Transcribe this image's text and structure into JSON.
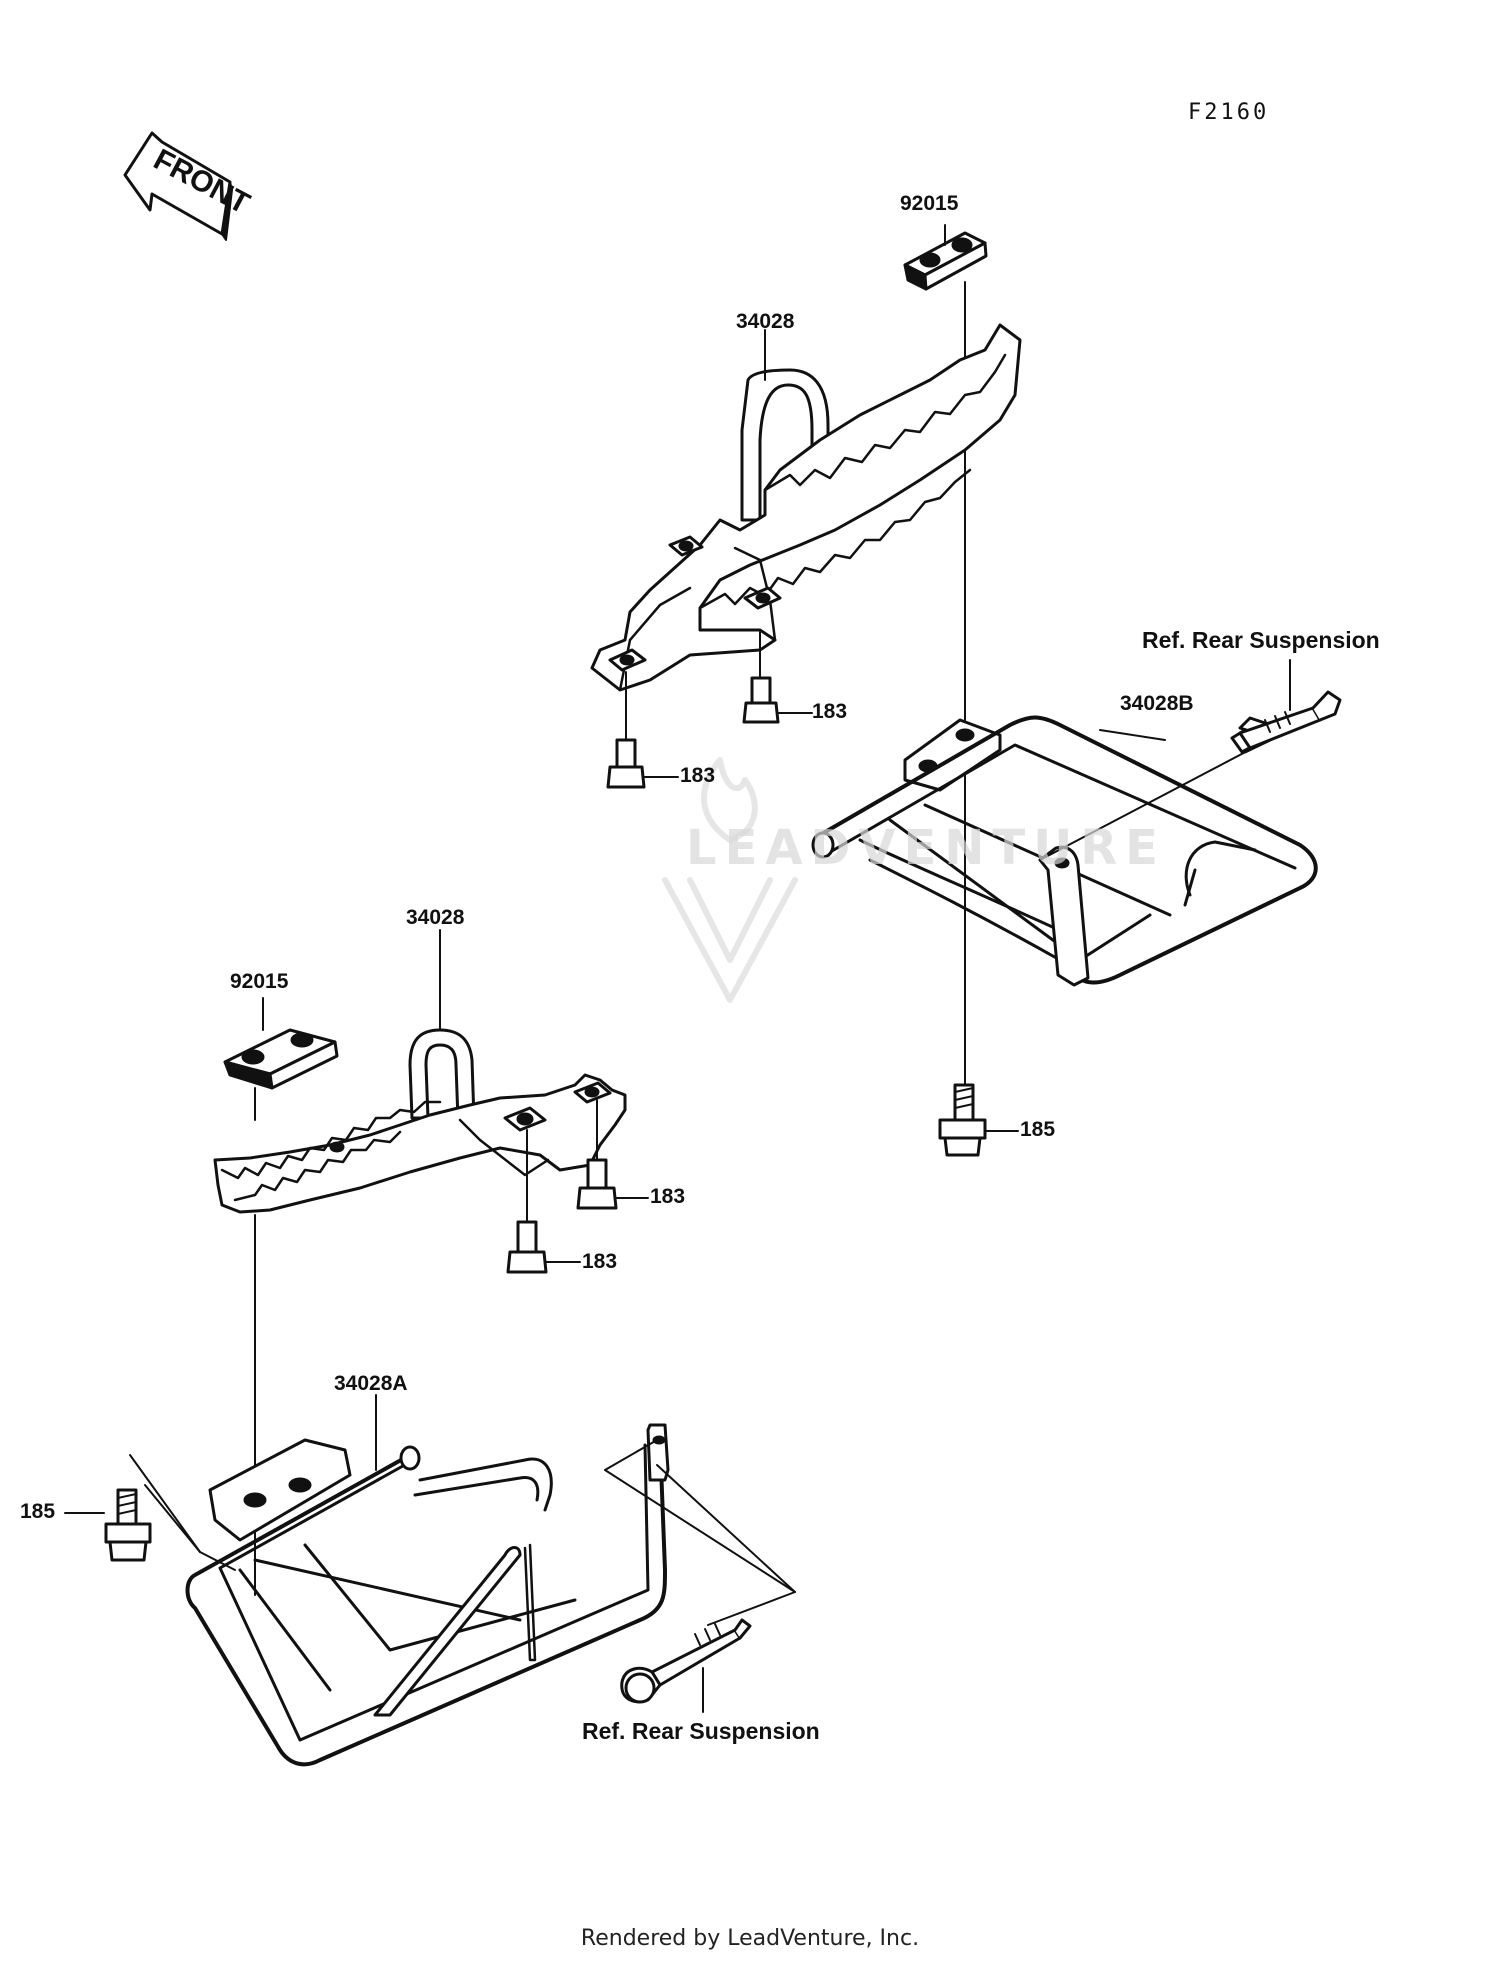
{
  "diagram_code": "F2160",
  "front_arrow": {
    "label": "FRONT",
    "icon": "front-direction-arrow-icon"
  },
  "parts": {
    "clip_upper": "92015",
    "footpeg_upper": "34028",
    "bolt_183_a": "183",
    "bolt_183_b": "183",
    "ref_upper": "Ref. Rear Suspension",
    "guard_right": "34028B",
    "bolt_185_right": "185",
    "footpeg_lower": "34028",
    "clip_lower": "92015",
    "bolt_183_c": "183",
    "bolt_183_d": "183",
    "guard_left": "34028A",
    "bolt_185_left": "185",
    "ref_lower": "Ref. Rear Suspension"
  },
  "watermark": "LEADVENTURE",
  "footer": "Rendered by LeadVenture, Inc."
}
